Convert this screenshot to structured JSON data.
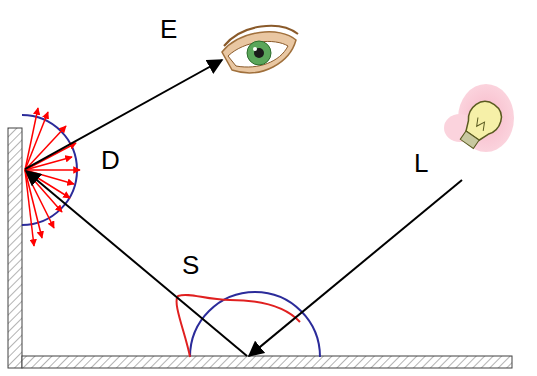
{
  "diagram": {
    "labels": [
      "E",
      "D",
      "L",
      "S"
    ]
  }
}
